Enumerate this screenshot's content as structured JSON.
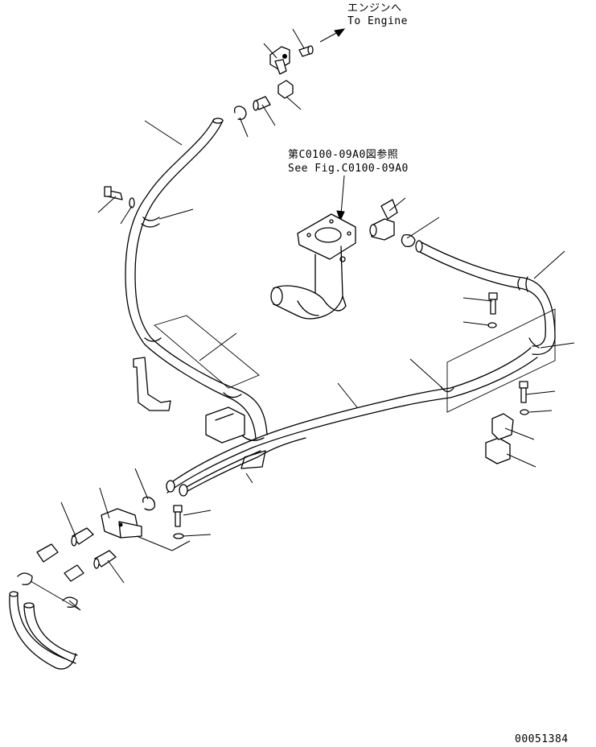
{
  "annotations": {
    "engine_ja": "エンジンへ",
    "engine_en": "To Engine",
    "ref_ja": "第C0100-09A0図参照",
    "ref_en": "See Fig.C0100-09A0"
  },
  "drawing_number": "00051384"
}
